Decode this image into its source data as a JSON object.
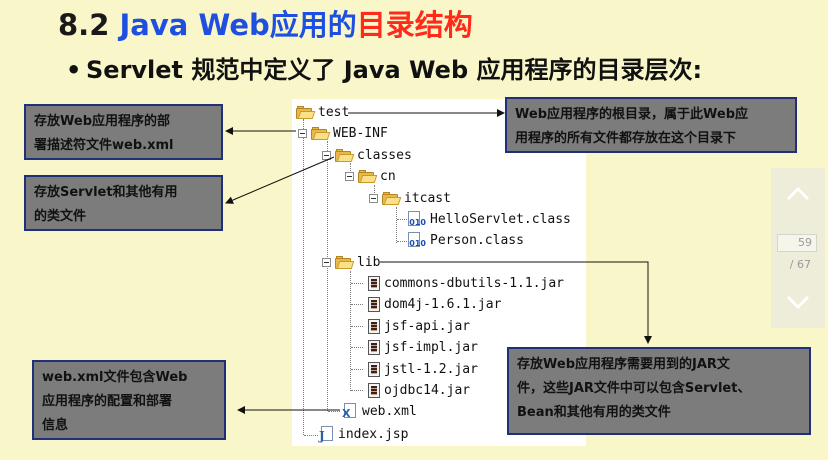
{
  "title": {
    "number": "8.2",
    "part1": "Java Web应用的",
    "part2": "目录结构"
  },
  "subtitle": "Servlet 规范中定义了 Java Web 应用程序的目录层次:",
  "tree": {
    "root": "test",
    "webinf": "WEB-INF",
    "classes": "classes",
    "cn": "cn",
    "itcast": "itcast",
    "class_files": [
      "HelloServlet.class",
      "Person.class"
    ],
    "lib": "lib",
    "jars": [
      "commons-dbutils-1.1.jar",
      "dom4j-1.6.1.jar",
      "jsf-api.jar",
      "jsf-impl.jar",
      "jstl-1.2.jar",
      "ojdbc14.jar"
    ],
    "webxml": "web.xml",
    "indexjsp": "index.jsp"
  },
  "callouts": {
    "webinf": [
      "存放Web应用程序的部",
      "署描述符文件web.xml"
    ],
    "classes": [
      "存放Servlet和其他有用",
      "的类文件"
    ],
    "root": [
      "Web应用程序的根目录，属于此Web应",
      "用程序的所有文件都存放在这个目录下"
    ],
    "webxml": [
      "web.xml文件包含Web",
      "应用程序的配置和部署",
      "信息"
    ],
    "lib": [
      "存放Web应用程序需要用到的JAR文",
      "件，这些JAR文件中可以包含Servlet、",
      "Bean和其他有用的类文件"
    ]
  },
  "pager": {
    "current": "59",
    "total": "/ 67"
  },
  "colors": {
    "background": "#f9f7c9",
    "title_blue": "#1f4fe0",
    "title_red": "#ff2a1a",
    "callout": "#7c7c7c",
    "callout_border": "#1f2f7a"
  }
}
